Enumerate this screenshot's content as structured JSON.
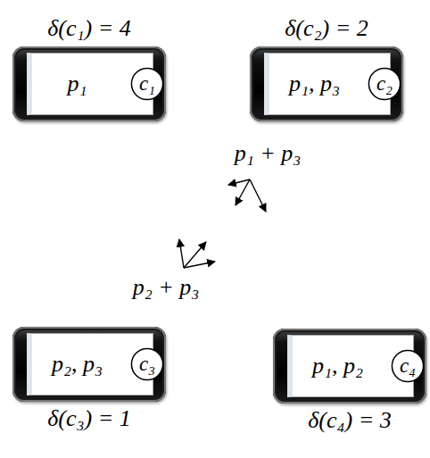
{
  "diagram": {
    "nodes": [
      {
        "text": [
          "δ(c₁) = 4",
          "p₁"
        ]
      },
      {
        "text": [
          "c₁"
        ],
        "in": 0
      },
      {
        "text": [
          "δ(c₂) = 2",
          "p₁, p₃"
        ]
      },
      {
        "text": [
          "c₂"
        ],
        "in": 2
      },
      {
        "text": [
          "δ(c₃) = 1",
          "p₂, p₃"
        ]
      },
      {
        "text": [
          "c₃"
        ],
        "in": 4
      },
      {
        "text": [
          "δ(c₄) = 3",
          "p₁, p₂"
        ]
      },
      {
        "text": [
          "c₄"
        ],
        "in": 6
      }
    ],
    "labels": [
      "p₁ + p₃",
      "p₂ + p₃"
    ]
  }
}
